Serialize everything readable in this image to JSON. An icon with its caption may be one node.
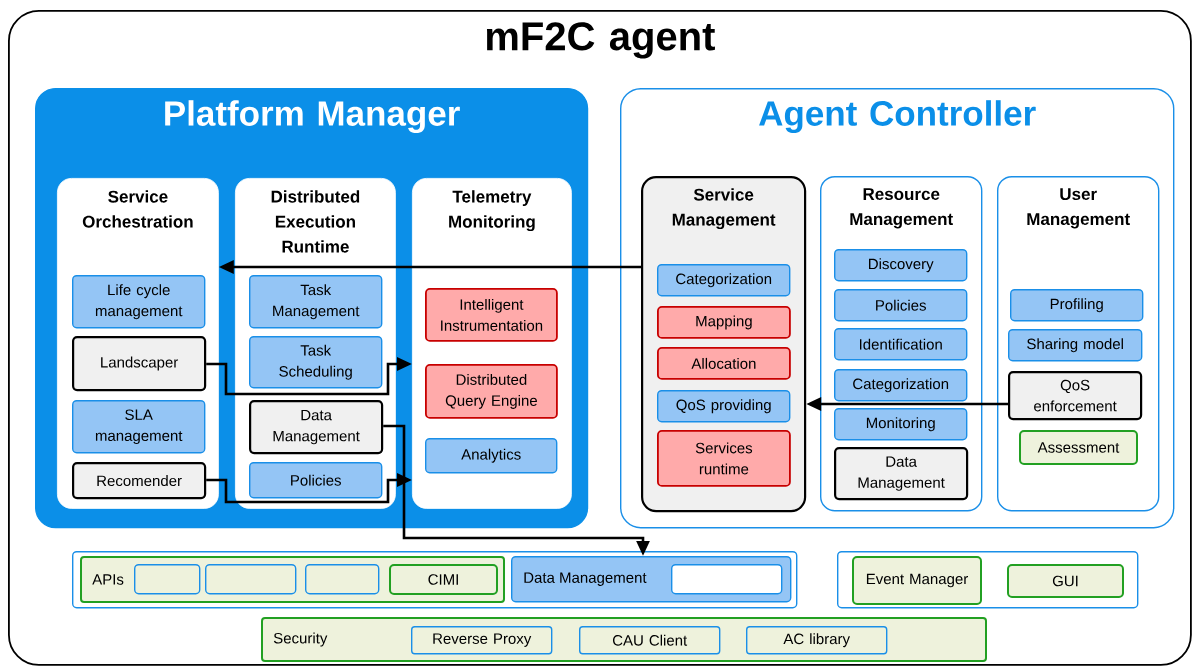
{
  "diagram": {
    "nodes": [
      {
        "text": [
          "mF2C agent"
        ]
      },
      {
        "text": [
          "Platform Manager"
        ],
        "in": 0
      },
      {
        "text": [
          "Service Orchestration"
        ],
        "in": 1
      },
      {
        "text": [
          "Life cycle management"
        ],
        "in": 2
      },
      {
        "text": [
          "Landscaper"
        ],
        "in": 2
      },
      {
        "text": [
          "SLA management"
        ],
        "in": 2
      },
      {
        "text": [
          "Recomender"
        ],
        "in": 2
      },
      {
        "text": [
          "Distributed Execution Runtime"
        ],
        "in": 1
      },
      {
        "text": [
          "Task Management"
        ],
        "in": 7
      },
      {
        "text": [
          "Task Scheduling"
        ],
        "in": 7
      },
      {
        "text": [
          "Data Management"
        ],
        "in": 7
      },
      {
        "text": [
          "Policies"
        ],
        "in": 7
      },
      {
        "text": [
          "Telemetry Monitoring"
        ],
        "in": 1
      },
      {
        "text": [
          "Intelligent Instrumentation"
        ],
        "in": 12
      },
      {
        "text": [
          "Distributed Query Engine"
        ],
        "in": 12
      },
      {
        "text": [
          "Analytics"
        ],
        "in": 12
      },
      {
        "text": [
          "Agent Controller"
        ],
        "in": 0
      },
      {
        "text": [
          "Service Management"
        ],
        "in": 16
      },
      {
        "text": [
          "Categorization"
        ],
        "in": 17
      },
      {
        "text": [
          "Mapping"
        ],
        "in": 17
      },
      {
        "text": [
          "Allocation"
        ],
        "in": 17
      },
      {
        "text": [
          "QoS providing"
        ],
        "in": 17
      },
      {
        "text": [
          "Services runtime"
        ],
        "in": 17
      },
      {
        "text": [
          "Resource Management"
        ],
        "in": 16
      },
      {
        "text": [
          "Discovery"
        ],
        "in": 23
      },
      {
        "text": [
          "Policies"
        ],
        "in": 23
      },
      {
        "text": [
          "Identification"
        ],
        "in": 23
      },
      {
        "text": [
          "Categorization"
        ],
        "in": 23
      },
      {
        "text": [
          "Monitoring"
        ],
        "in": 23
      },
      {
        "text": [
          "Data Management"
        ],
        "in": 23
      },
      {
        "text": [
          "User Management"
        ],
        "in": 16
      },
      {
        "text": [
          "Profiling"
        ],
        "in": 30
      },
      {
        "text": [
          "Sharing model"
        ],
        "in": 30
      },
      {
        "text": [
          "QoS enforcement"
        ],
        "in": 30
      },
      {
        "text": [
          "Assessment"
        ],
        "in": 30
      },
      {
        "text": [],
        "shape": "box",
        "in": 0
      },
      {
        "text": [
          "APIs"
        ],
        "in": 35
      },
      {
        "text": [],
        "shape": "box",
        "in": 36
      },
      {
        "text": [],
        "shape": "box",
        "in": 36
      },
      {
        "text": [],
        "shape": "box",
        "in": 36
      },
      {
        "text": [
          "CIMI"
        ],
        "in": 36
      },
      {
        "text": [
          "Data Management"
        ],
        "in": 35
      },
      {
        "text": [],
        "shape": "box",
        "in": 41
      },
      {
        "text": [],
        "shape": "box",
        "in": 0
      },
      {
        "text": [
          "Event Manager"
        ],
        "in": 43
      },
      {
        "text": [
          "GUI"
        ],
        "in": 43
      },
      {
        "text": [
          "Security"
        ],
        "in": 0
      },
      {
        "text": [
          "Reverse Proxy"
        ],
        "in": 46
      },
      {
        "text": [
          "CAU Client"
        ],
        "in": 46
      },
      {
        "text": [
          "AC library"
        ],
        "in": 46
      }
    ],
    "edges": [
      {
        "from": 17,
        "to": 2,
        "arrow": "to"
      },
      {
        "from": 4,
        "to": 12,
        "arrow": "to"
      },
      {
        "from": 6,
        "to": 12,
        "arrow": "to"
      },
      {
        "from": 10,
        "to": 41,
        "arrow": "to"
      },
      {
        "from": 33,
        "to": 17,
        "arrow": "to"
      }
    ]
  }
}
